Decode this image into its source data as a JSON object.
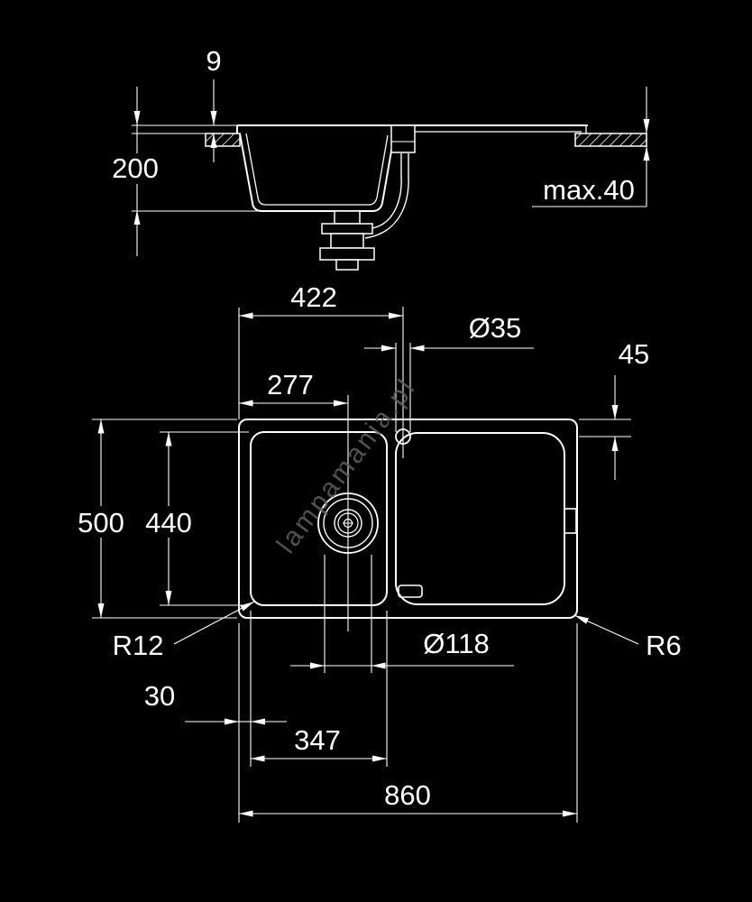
{
  "colors": {
    "background": "#000000",
    "line": "#ffffff",
    "watermark": "#5f5f5f"
  },
  "watermark": {
    "text": "lampamania.pl"
  },
  "side_view": {
    "rim_height": "9",
    "bowl_depth": "200",
    "counter_thickness_max": "max.40"
  },
  "plan_view": {
    "left_to_tap_center": "422",
    "tap_hole_diameter": "Ø35",
    "tap_center_to_edge": "45",
    "left_to_drain_center": "277",
    "overall_depth": "500",
    "bowl_inner_depth": "440",
    "bowl_corner_radius": "R12",
    "drain_diameter": "Ø118",
    "outer_corner_radius": "R6",
    "edge_to_bowl": "30",
    "bowl_inner_width": "347",
    "overall_width": "860"
  }
}
